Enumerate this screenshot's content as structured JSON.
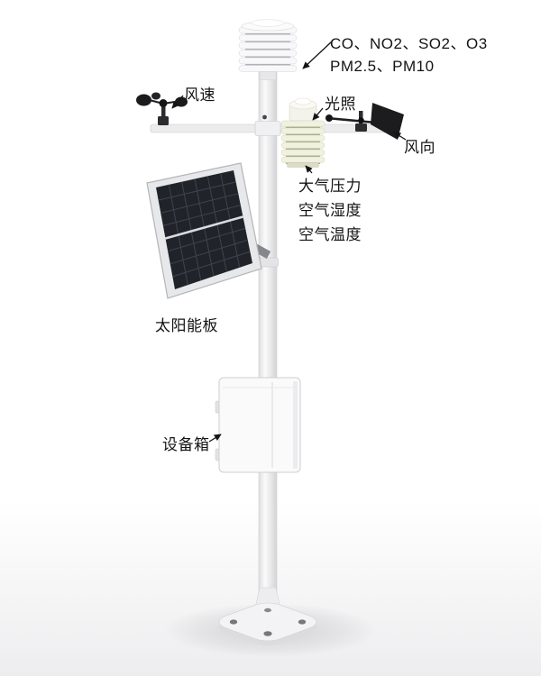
{
  "labels": {
    "gases": {
      "line1": "CO、NO2、SO2、O3",
      "line2": "PM2.5、PM10"
    },
    "wind_speed": "风速",
    "light": "光照",
    "wind_direction": "风向",
    "pressure": "大气压力",
    "humidity": "空气湿度",
    "temperature": "空气温度",
    "solar_panel": "太阳能板",
    "equipment_box": "设备箱"
  },
  "colors": {
    "background": "#ffffff",
    "pole": "#f3f3f5",
    "solar_cells": "#20242a",
    "sensor_dark": "#1c1c1f",
    "shield_plates": "#f8f8fa",
    "label_text": "#141414"
  }
}
